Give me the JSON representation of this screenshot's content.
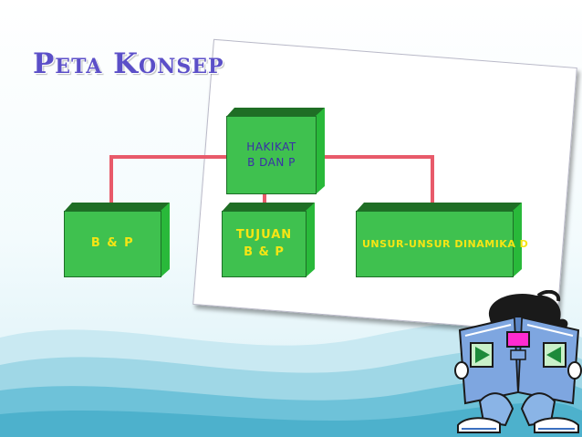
{
  "slide": {
    "title": "Peta Konsep"
  },
  "concept_map": {
    "nodes": [
      {
        "id": "hakikat",
        "label": "HAKIKAT\nB DAN P"
      },
      {
        "id": "bp",
        "label": "B & P"
      },
      {
        "id": "tujuan",
        "label": "TUJUAN\nB & P"
      },
      {
        "id": "unsur",
        "label": "UNSUR-UNSUR DINAMIKA D"
      }
    ],
    "edges": [
      {
        "from": "hakikat",
        "to": "bp"
      },
      {
        "from": "hakikat",
        "to": "tujuan"
      },
      {
        "from": "hakikat",
        "to": "unsur"
      }
    ],
    "colors": {
      "box": "#3fc14f",
      "box_dark": "#1f6e25",
      "connector": "#e85a6a",
      "title": "#5b4fc8",
      "root_text": "#3a2fa8",
      "leaf_text": "#f6e514"
    }
  },
  "illustration": {
    "icon": "child-reading-book-icon",
    "nav_icons": [
      "play-forward-icon",
      "play-back-icon"
    ]
  }
}
